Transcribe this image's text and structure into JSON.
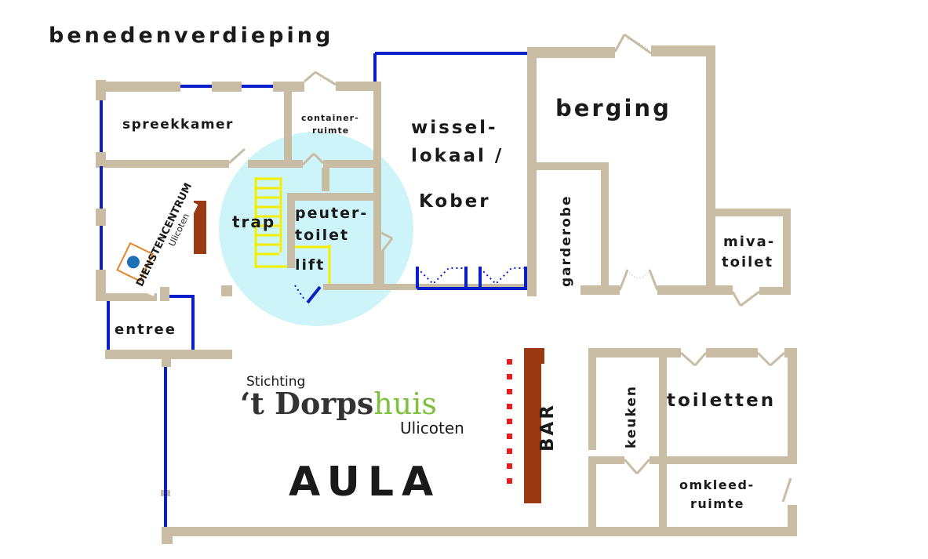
{
  "page_title": "benedenverdieping",
  "rooms": {
    "spreekkamer": "spreekkamer",
    "container_1": "container-",
    "container_2": "ruimte",
    "wissel_1": "wissel-",
    "wissel_2": "lokaal /",
    "wissel_3": "Kober",
    "berging": "berging",
    "garderobe": "garderobe",
    "miva_1": "miva-",
    "miva_2": "toilet",
    "trap": "trap",
    "peuter_1": "peuter-",
    "peuter_2": "toilet",
    "lift": "lift",
    "entree": "entree",
    "aula": "AULA",
    "bar": "BAR",
    "keuken": "keuken",
    "toiletten": "toiletten",
    "omkleed_1": "omkleed-",
    "omkleed_2": "ruimte"
  },
  "logos": {
    "dienstencentrum_1": "DIENSTENCENTRUM",
    "dienstencentrum_2": "Ulicoten",
    "dorpshuis_stichting": "Stichting",
    "dorpshuis_name_dark": "‘t Dorps",
    "dorpshuis_name_green": "huis",
    "dorpshuis_place": "Ulicoten"
  },
  "colors": {
    "wall": "#c8bca4",
    "glass_wall": "#0a1fc8",
    "title": "#1b8fd6",
    "stairs": "#f2ee00",
    "bar": "#9b3a12",
    "bar_markers": "#e81c1c",
    "highlight": "#c9f3f8",
    "logo_green": "#7fc03c"
  }
}
